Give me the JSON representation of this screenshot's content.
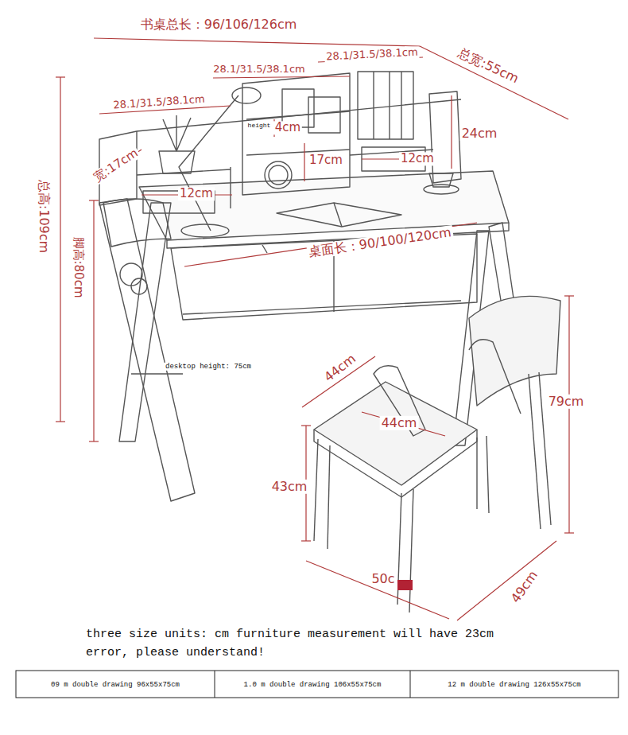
{
  "diagram": {
    "labels": [
      "书桌总长：96/106/126cm",
      "28.1/31.5/38.1cm",
      "28.1/31.5/38.1cm",
      "总宽:55cm",
      "28.1/31.5/38.1cm",
      "height",
      "4cm",
      "24cm",
      "宽:17cm",
      "17cm",
      "12cm",
      "12cm",
      "总高:109cm",
      "脚高:80cm",
      "桌面长：90/100/120cm",
      "desktop height: 75cm",
      "44cm",
      "44cm",
      "79cm",
      "43cm",
      "50c",
      "49cm",
      "three size units: cm furniture measurement will have 23cm error, please understand!",
      "09 m double drawing 96x55x75cm",
      "1.0 m double drawing 106x55x75cm",
      "12 m double drawing 126x55x75cm"
    ]
  }
}
